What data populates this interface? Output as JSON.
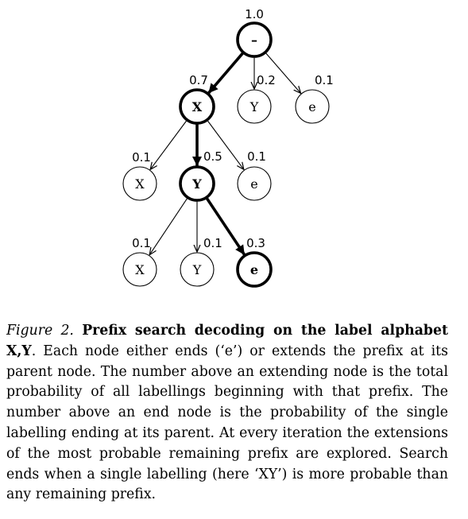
{
  "figure": {
    "nodes": [
      {
        "id": "root",
        "label": "–",
        "prob": "1.0",
        "bold": true
      },
      {
        "id": "n1",
        "parent": "root",
        "label": "X",
        "prob": "0.7",
        "bold": true
      },
      {
        "id": "n2",
        "parent": "root",
        "label": "Y",
        "prob": "0.2",
        "bold": false
      },
      {
        "id": "n3",
        "parent": "root",
        "label": "e",
        "prob": "0.1",
        "bold": false
      },
      {
        "id": "n4",
        "parent": "n1",
        "label": "X",
        "prob": "0.1",
        "bold": false
      },
      {
        "id": "n5",
        "parent": "n1",
        "label": "Y",
        "prob": "0.5",
        "bold": true
      },
      {
        "id": "n6",
        "parent": "n1",
        "label": "e",
        "prob": "0.1",
        "bold": false
      },
      {
        "id": "n7",
        "parent": "n5",
        "label": "X",
        "prob": "0.1",
        "bold": false
      },
      {
        "id": "n8",
        "parent": "n5",
        "label": "Y",
        "prob": "0.1",
        "bold": false
      },
      {
        "id": "n9",
        "parent": "n5",
        "label": "e",
        "prob": "0.3",
        "bold": true
      }
    ]
  },
  "caption": {
    "label": "Figure 2.",
    "title": "Prefix search decoding on the label alphabet X,Y",
    "body": ". Each node either ends (‘e’) or extends the prefix at its parent node. The number above an extending node is the total probability of all labellings beginning with that prefix. The number above an end node is the probability of the single labelling ending at its parent. At every iteration the extensions of the most probable remaining prefix are explored. Search ends when a single labelling (here ‘XY’) is more probable than any remaining prefix."
  }
}
